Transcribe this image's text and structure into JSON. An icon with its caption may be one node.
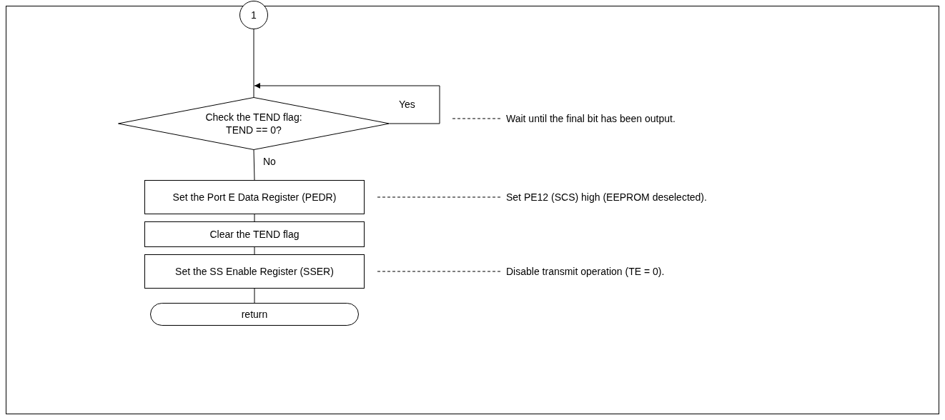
{
  "diagram": {
    "nodes": [
      {
        "text": [
          "1"
        ]
      },
      {
        "text": [
          "Check the TEND flag: TEND == 0?"
        ]
      },
      {
        "text": [
          "Wait until the final bit has been output."
        ]
      },
      {
        "text": [
          "Set the Port E Data Register (PEDR)"
        ]
      },
      {
        "text": [
          "Set PE12 (SCS) high (EEPROM deselected)."
        ]
      },
      {
        "text": [
          "Clear the TEND flag"
        ]
      },
      {
        "text": [
          "Set the SS Enable Register (SSER)"
        ]
      },
      {
        "text": [
          "Disable transmit operation (TE = 0)."
        ]
      },
      {
        "text": [
          "return"
        ]
      }
    ],
    "edges": [
      {
        "from": 0,
        "to": 1,
        "arrow": "none"
      },
      {
        "from": 1,
        "to": 1,
        "arrow": "to",
        "label": "Yes"
      },
      {
        "from": 1,
        "to": 3,
        "arrow": "none",
        "label": "No"
      },
      {
        "from": 3,
        "to": 5,
        "arrow": "none"
      },
      {
        "from": 5,
        "to": 6,
        "arrow": "none"
      },
      {
        "from": 6,
        "to": 8,
        "arrow": "none"
      },
      {
        "from": 2,
        "to": null,
        "arrow": "none",
        "style": "dashed"
      },
      {
        "from": 4,
        "to": 3,
        "arrow": "none",
        "style": "dashed"
      },
      {
        "from": 7,
        "to": 6,
        "arrow": "none",
        "style": "dashed"
      }
    ]
  }
}
